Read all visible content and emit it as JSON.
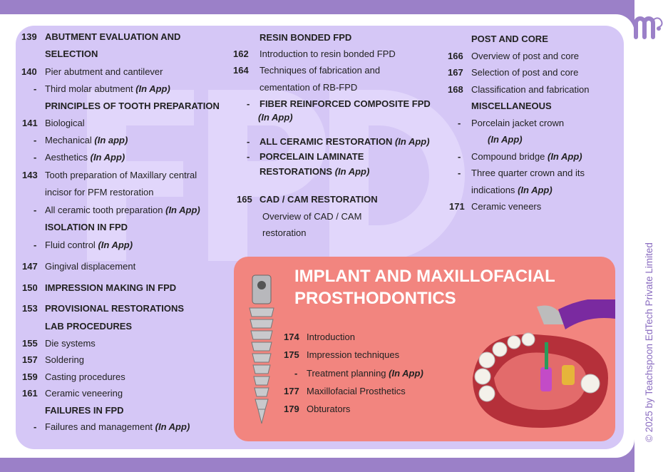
{
  "copyright": "© 2025 by Teachspoon EdTech Private Limited",
  "watermark": "FPD",
  "col1": {
    "i139": {
      "num": "139",
      "l1": "ABUTMENT EVALUATION AND",
      "l2": "SELECTION"
    },
    "i140": {
      "num": "140",
      "text": "Pier abutment and cantilever"
    },
    "third": {
      "num": "-",
      "text": "Third molar abutment",
      "app": "(In App)"
    },
    "h_principles": "PRINCIPLES OF TOOTH PREPARATION",
    "i141": {
      "num": "141",
      "text": "Biological"
    },
    "mech": {
      "num": "-",
      "text": "Mechanical",
      "app": "(In app)"
    },
    "aest": {
      "num": "-",
      "text": "Aesthetics",
      "app": "(In App)"
    },
    "i143": {
      "num": "143",
      "l1": "Tooth preparation of Maxillary central",
      "l2": "incisor for PFM restoration"
    },
    "allcer": {
      "num": "-",
      "text": "All ceramic tooth preparation",
      "app": "(In App)"
    },
    "h_isolation": "ISOLATION IN FPD",
    "fluid": {
      "num": "-",
      "text": "Fluid control",
      "app": "(In App)"
    },
    "i147": {
      "num": "147",
      "text": "Gingival displacement"
    },
    "i150": {
      "num": "150",
      "text": "IMPRESSION MAKING IN FPD"
    },
    "i153": {
      "num": "153",
      "text": "PROVISIONAL RESTORATIONS"
    },
    "h_lab": "LAB PROCEDURES",
    "i155": {
      "num": "155",
      "text": "Die systems"
    },
    "i157": {
      "num": "157",
      "text": "Soldering"
    },
    "i159": {
      "num": "159",
      "text": "Casting procedures"
    },
    "i161": {
      "num": "161",
      "text": "Ceramic veneering"
    },
    "h_fail": "FAILURES IN FPD",
    "failm": {
      "num": "-",
      "text": "Failures and management",
      "app": "(In App)"
    }
  },
  "col2": {
    "h_resin": "RESIN BONDED FPD",
    "i162": {
      "num": "162",
      "text": "Introduction to resin bonded FPD"
    },
    "i164": {
      "num": "164",
      "l1": "Techniques of fabrication and",
      "l2": "cementation of RB-FPD"
    },
    "fiber": {
      "num": "-",
      "text": "FIBER REINFORCED COMPOSITE FPD",
      "app": "(In App)"
    },
    "allcer": {
      "num": "-",
      "text": "ALL CERAMIC RESTORATION",
      "app": "(In App)"
    },
    "porc": {
      "num": "-",
      "l1": "PORCELAIN LAMINATE",
      "l2": "RESTORATIONS",
      "app": "(In App)"
    },
    "i165": {
      "num": "165",
      "text": "CAD / CAM RESTORATION",
      "l1": "Overview of CAD / CAM",
      "l2": "restoration"
    }
  },
  "col3": {
    "h_post": "POST AND CORE",
    "i166": {
      "num": "166",
      "text": "Overview of post and core"
    },
    "i167": {
      "num": "167",
      "text": "Selection of post and core"
    },
    "i168": {
      "num": "168",
      "text": "Classification and fabrication"
    },
    "h_misc": "MISCELLANEOUS",
    "pjc": {
      "num": "-",
      "text": "Porcelain jacket crown",
      "app": "(In App)"
    },
    "compound": {
      "num": "-",
      "text": "Compound bridge",
      "app": "(In App)"
    },
    "tqc": {
      "num": "-",
      "l1": "Three quarter crown and its",
      "l2": "indications",
      "app": "(In App)"
    },
    "i171": {
      "num": "171",
      "text": "Ceramic veneers"
    }
  },
  "implant": {
    "title1": "IMPLANT AND MAXILLOFACIAL",
    "title2": "PROSTHODONTICS",
    "i174": {
      "num": "174",
      "text": "Introduction"
    },
    "i175": {
      "num": "175",
      "text": "Impression techniques"
    },
    "tp": {
      "num": "-",
      "text": "Treatment planning",
      "app": "(In App)"
    },
    "i177": {
      "num": "177",
      "text": "Maxillofacial Prosthetics"
    },
    "i179": {
      "num": "179",
      "text": "Obturators"
    },
    "color": "#f2857f"
  }
}
